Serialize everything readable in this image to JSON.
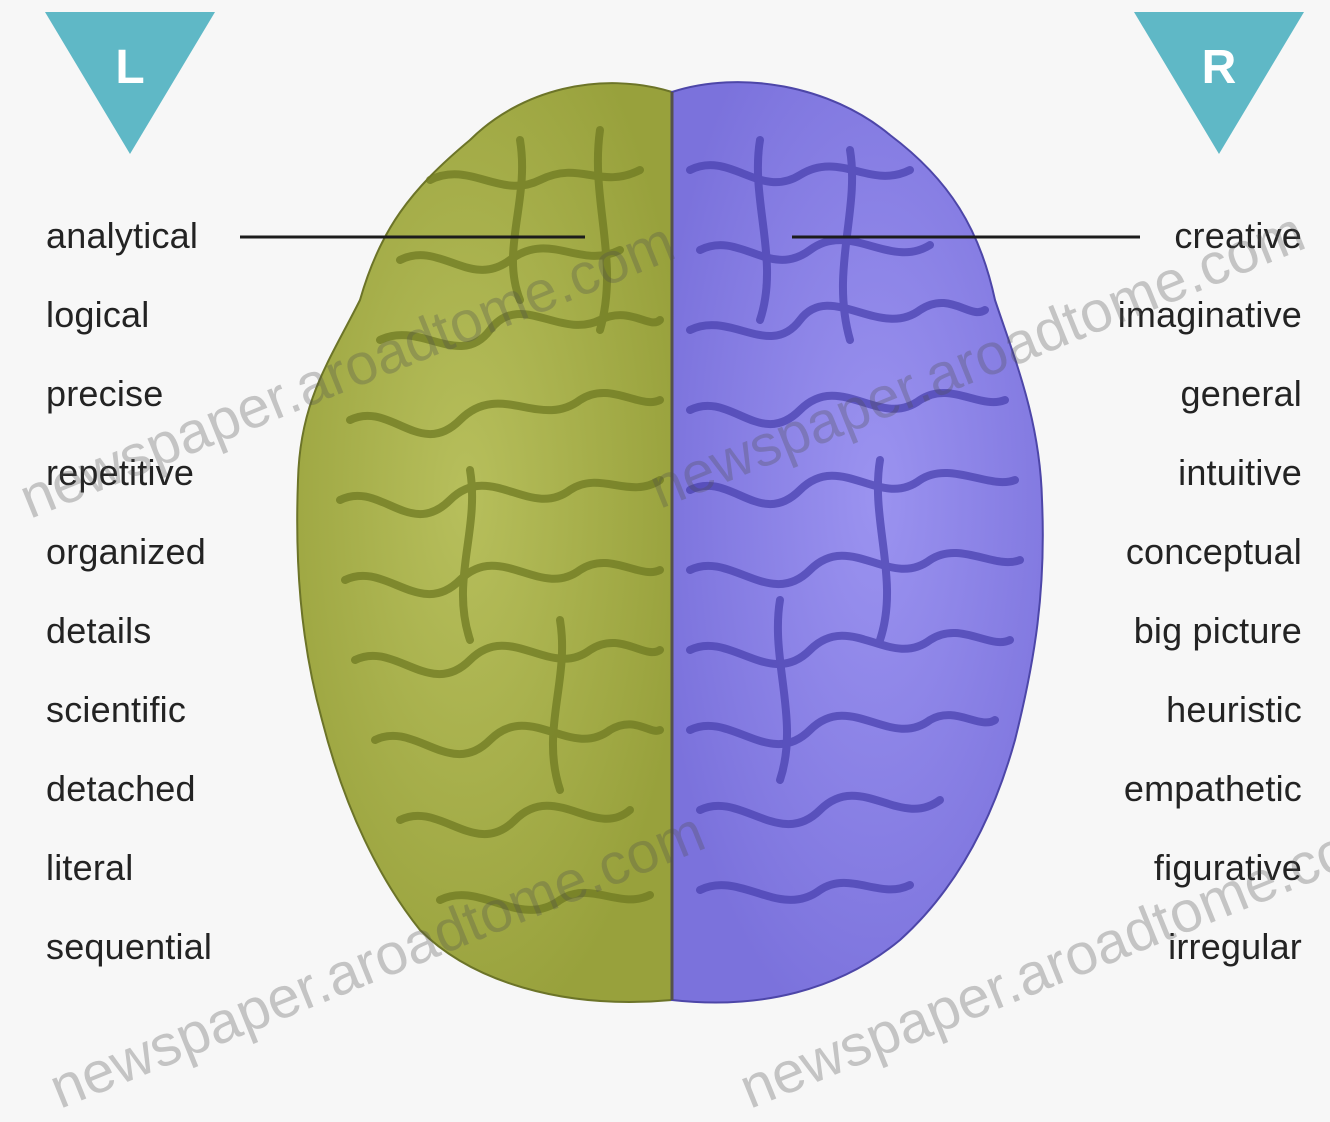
{
  "markers": {
    "left": "L",
    "right": "R"
  },
  "left_terms": [
    "analytical",
    "logical",
    "precise",
    "repetitive",
    "organized",
    "details",
    "scientific",
    "detached",
    "literal",
    "sequential"
  ],
  "right_terms": [
    "creative",
    "imaginative",
    "general",
    "intuitive",
    "conceptual",
    "big picture",
    "heuristic",
    "empathetic",
    "figurative",
    "irregular"
  ],
  "watermark": "newspaper.aroadtome.com",
  "colors": {
    "left_hemisphere": "#a7b04a",
    "right_hemisphere": "#8a82e6",
    "marker": "#5fb8c6"
  }
}
